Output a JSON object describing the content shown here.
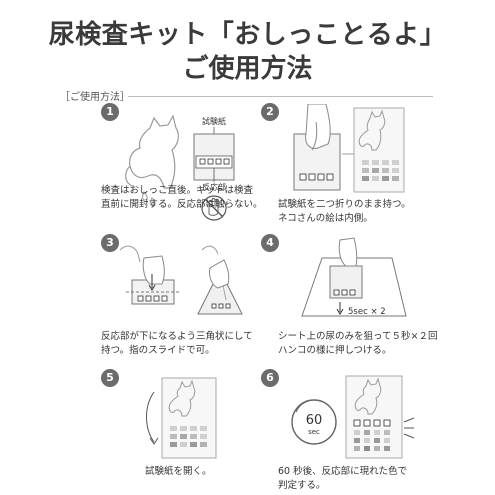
{
  "title_line1": "尿検査キット「おしっことるよ」",
  "title_line2": "ご使用方法",
  "section_label": "［ご使用方法］",
  "steps": [
    {
      "num": "1",
      "caption": "検査はおしっこ直後。キットは検査\n直前に開封する。反応部は触らない。",
      "labels": {
        "test_paper": "試験紙",
        "reaction": "反応部"
      }
    },
    {
      "num": "2",
      "caption": "試験紙を二つ折りのまま持つ。\nネコさんの絵は内側。"
    },
    {
      "num": "3",
      "caption": "反応部が下になるよう三角状にして\n持つ。指のスライドで可。"
    },
    {
      "num": "4",
      "caption": "シート上の尿のみを狙って５秒×２回\nハンコの様に押しつける。",
      "labels": {
        "timer": "5sec × 2"
      }
    },
    {
      "num": "5",
      "caption": "試験紙を開く。"
    },
    {
      "num": "6",
      "caption": "60 秒後、反応部に現れた色で\n判定する。",
      "labels": {
        "timer_value": "60",
        "timer_unit": "sec"
      }
    }
  ]
}
